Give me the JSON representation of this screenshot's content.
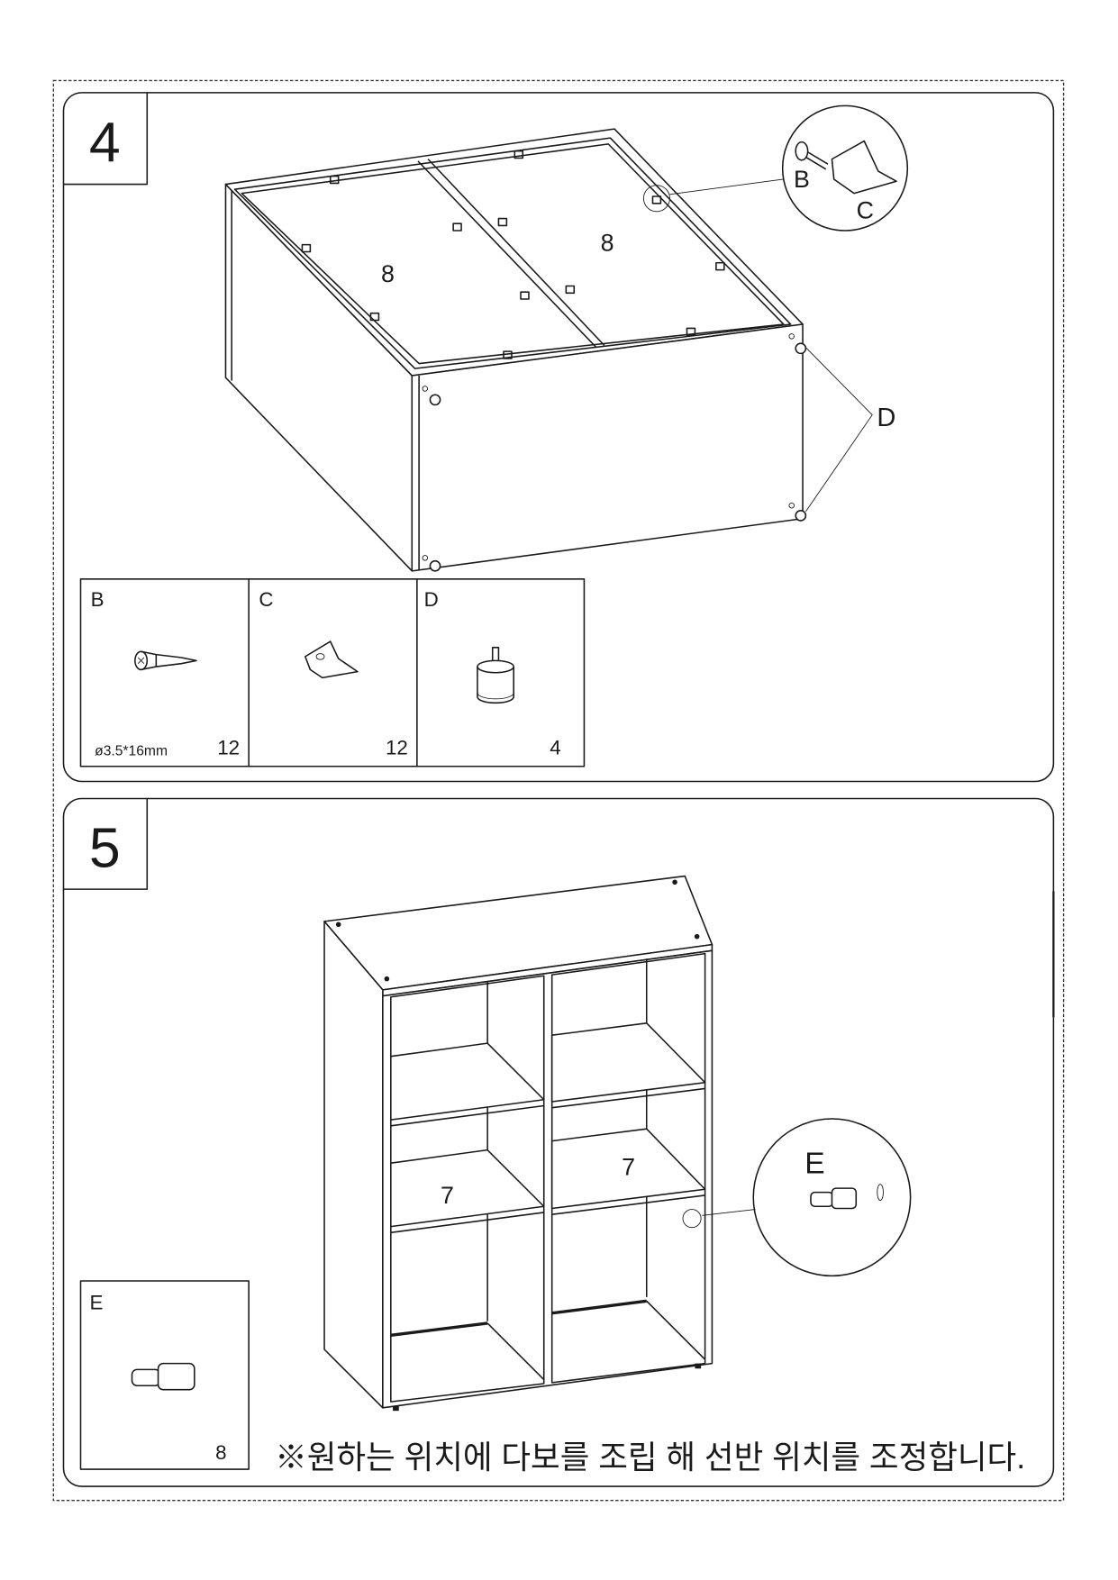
{
  "step4": {
    "number": "4",
    "panel_labels": [
      "8",
      "8"
    ],
    "callout_labels": {
      "screw": "B",
      "bracket": "C",
      "foot": "D"
    },
    "parts": [
      {
        "letter": "B",
        "spec": "ø3.5*16mm",
        "qty": "12",
        "icon": "screw-icon"
      },
      {
        "letter": "C",
        "spec": "",
        "qty": "12",
        "icon": "bracket-icon"
      },
      {
        "letter": "D",
        "spec": "",
        "qty": "4",
        "icon": "adjustable-foot-icon"
      }
    ]
  },
  "step5": {
    "number": "5",
    "shelf_labels": [
      "7",
      "7"
    ],
    "callout_label": "E",
    "parts": [
      {
        "letter": "E",
        "qty": "8",
        "icon": "shelf-pin-icon"
      }
    ],
    "note": "※원하는 위치에 다보를 조립 해 선반 위치를 조정합니다."
  }
}
